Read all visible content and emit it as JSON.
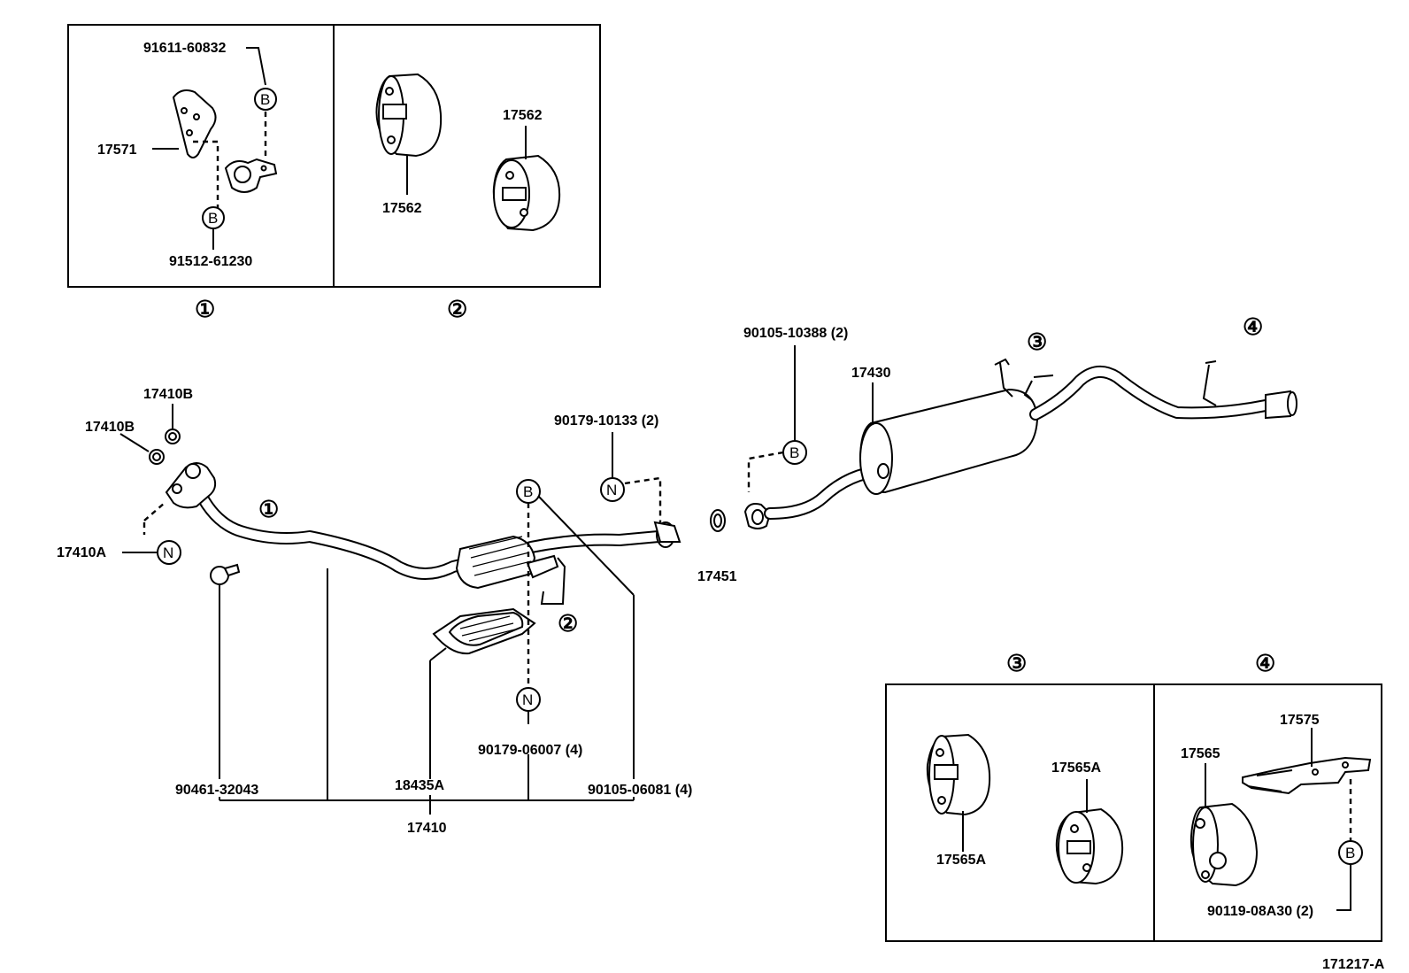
{
  "diagram_id": "171217-A",
  "markers": {
    "B": "B",
    "N": "N"
  },
  "index": {
    "one": "①",
    "two": "②",
    "three": "③",
    "four": "④"
  },
  "parts": {
    "p91611_60832": "91611-60832",
    "p17571": "17571",
    "p91512_61230": "91512-61230",
    "p17562_a": "17562",
    "p17562_b": "17562",
    "p17410B_a": "17410B",
    "p17410B_b": "17410B",
    "p17410A": "17410A",
    "p90179_10133": "90179-10133 (2)",
    "p90105_10388": "90105-10388 (2)",
    "p17430": "17430",
    "p17451": "17451",
    "p90461_32043": "90461-32043",
    "p18435A": "18435A",
    "p90179_06007": "90179-06007 (4)",
    "p90105_06081": "90105-06081 (4)",
    "p17410": "17410",
    "p17565A_a": "17565A",
    "p17565A_b": "17565A",
    "p17575": "17575",
    "p17565": "17565",
    "p90119_08A30": "90119-08A30 (2)"
  }
}
